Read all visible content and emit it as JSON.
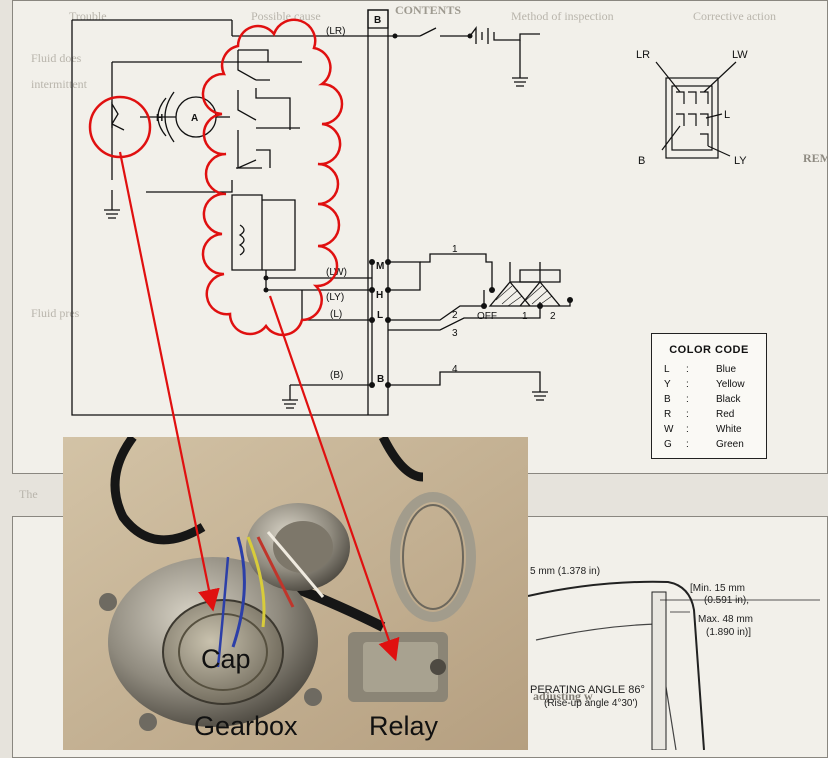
{
  "diagram": {
    "box_label": "B",
    "wires": {
      "lr": "(LR)",
      "lw": "(LW)",
      "ly": "(LY)",
      "l": "(L)",
      "b": "(B)"
    },
    "motor_label": "A",
    "heater_label": "H",
    "terminals": {
      "m": "M",
      "h": "H",
      "l": "L",
      "b": "B"
    },
    "switch_terminals": [
      "1",
      "2",
      "3",
      "4"
    ],
    "switch_positions": {
      "off": "OFF",
      "p1": "1",
      "p2": "2"
    },
    "connector_pins": {
      "lr": "LR",
      "lw": "LW",
      "l": "L",
      "b": "B",
      "ly": "LY"
    }
  },
  "color_code": {
    "title": "COLOR CODE",
    "rows": [
      {
        "code": "L",
        "sep": ":",
        "name": "Blue"
      },
      {
        "code": "Y",
        "sep": ":",
        "name": "Yellow"
      },
      {
        "code": "B",
        "sep": ":",
        "name": "Black"
      },
      {
        "code": "R",
        "sep": ":",
        "name": "Red"
      },
      {
        "code": "W",
        "sep": ":",
        "name": "White"
      },
      {
        "code": "G",
        "sep": ":",
        "name": "Green"
      }
    ]
  },
  "background_text": {
    "header_1": "Trouble",
    "header_2": "Possible cause",
    "header_3": "CONTENTS",
    "header_4": "Method of inspection",
    "header_5": "Corrective action",
    "line_1": "Fluid does",
    "line_2": "intermittent",
    "line_3": "Fluid pres",
    "line_4": "The",
    "dim_1": "5 mm (1.378 in)",
    "dim_2": "[Min. 15 mm",
    "dim_3": "(0.591 in),",
    "dim_4": "Max. 48 mm",
    "dim_5": "(1.890 in)]",
    "angle_1": "PERATING ANGLE 86°",
    "angle_2": "(Rise-up angle 4°30')",
    "side_1": "REMOVAL",
    "side_2": "adjusting w"
  },
  "photo": {
    "labels": {
      "cap": "Cap",
      "gearbox": "Gearbox",
      "relay": "Relay"
    }
  },
  "colors": {
    "annotation": "#e01010",
    "ink": "#111111",
    "paper": "#f2f0ea"
  }
}
